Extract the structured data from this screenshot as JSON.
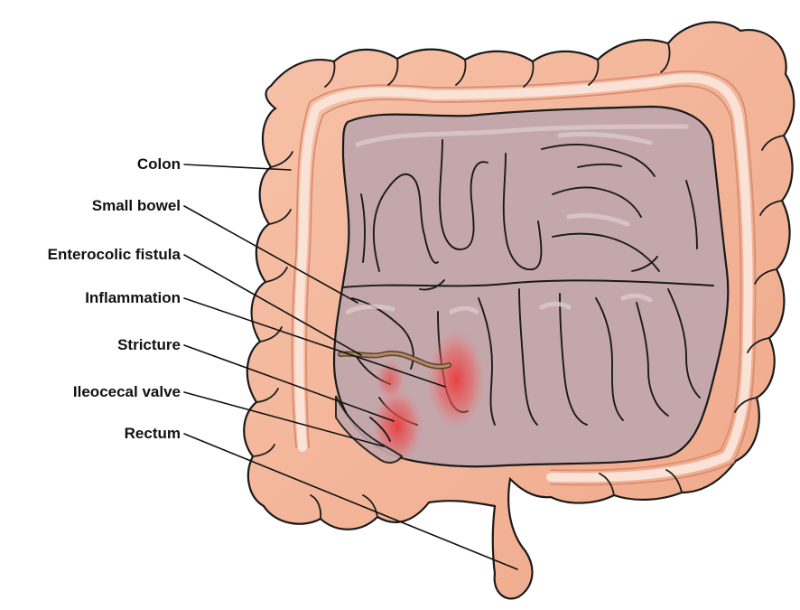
{
  "labels": {
    "colon": "Colon",
    "small_bowel": "Small bowel",
    "enterocolic_fistula": "Enterocolic fistula",
    "inflammation": "Inflammation",
    "stricture": "Stricture",
    "ileocecal_valve": "Ileocecal valve",
    "rectum": "Rectum"
  },
  "colors": {
    "colon": "#f4b598",
    "colon_outline": "#1a1a1a",
    "colon_highlight": "#fbe2d6",
    "small_bowel": "#c4a7ab",
    "small_bowel_highlight": "#dccbce",
    "inflammation": "#e83c3c",
    "fistula": "#8a6442",
    "leader_line": "#111111"
  }
}
